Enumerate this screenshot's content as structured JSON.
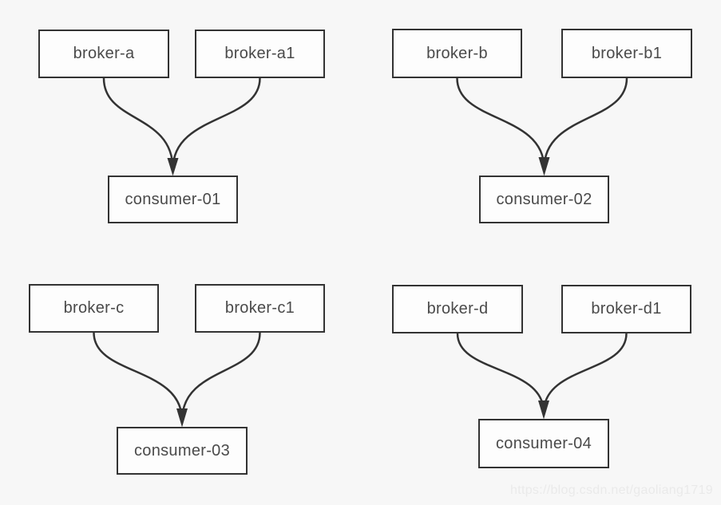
{
  "diagram": {
    "groups": [
      {
        "id": "group-a",
        "brokers": [
          "broker-a",
          "broker-a1"
        ],
        "consumer": "consumer-01"
      },
      {
        "id": "group-b",
        "brokers": [
          "broker-b",
          "broker-b1"
        ],
        "consumer": "consumer-02"
      },
      {
        "id": "group-c",
        "brokers": [
          "broker-c",
          "broker-c1"
        ],
        "consumer": "consumer-03"
      },
      {
        "id": "group-d",
        "brokers": [
          "broker-d",
          "broker-d1"
        ],
        "consumer": "consumer-04"
      }
    ],
    "edges": [
      {
        "from": "broker-a",
        "to": "consumer-01"
      },
      {
        "from": "broker-a1",
        "to": "consumer-01"
      },
      {
        "from": "broker-b",
        "to": "consumer-02"
      },
      {
        "from": "broker-b1",
        "to": "consumer-02"
      },
      {
        "from": "broker-c",
        "to": "consumer-03"
      },
      {
        "from": "broker-c1",
        "to": "consumer-03"
      },
      {
        "from": "broker-d",
        "to": "consumer-04"
      },
      {
        "from": "broker-d1",
        "to": "consumer-04"
      }
    ]
  },
  "watermark": {
    "text": "https://blog.csdn.net/gaoliang1719"
  },
  "colors": {
    "background": "#f7f7f7",
    "node_fill": "#fdfdfd",
    "node_border": "#333333",
    "node_text": "#4a4a4a",
    "edge": "#333333",
    "watermark_text": "#eaeaea"
  }
}
